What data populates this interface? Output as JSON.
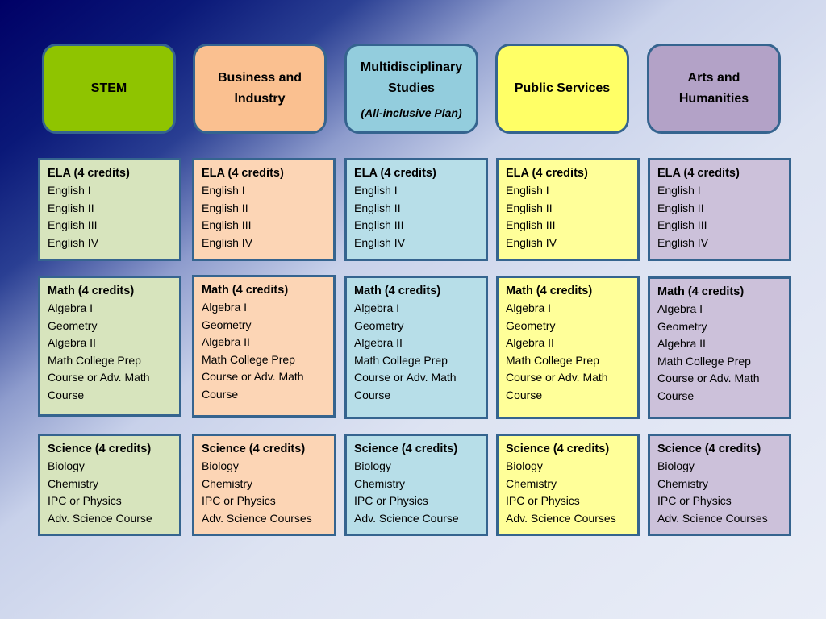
{
  "headers": [
    {
      "title": "STEM",
      "subtitle": ""
    },
    {
      "title": "Business and Industry",
      "subtitle": ""
    },
    {
      "title": "Multidisciplinary Studies",
      "subtitle": "(All-inclusive Plan)"
    },
    {
      "title": "Public Services",
      "subtitle": ""
    },
    {
      "title": "Arts and Humanities",
      "subtitle": ""
    }
  ],
  "columns": [
    {
      "ela": {
        "title": "ELA (4 credits)",
        "items": [
          "English I",
          "English II",
          "English III",
          "English IV"
        ]
      },
      "math": {
        "title": "Math (4 credits)",
        "items": [
          "Algebra I",
          "Geometry",
          "Algebra II",
          "Math College Prep",
          "Course or Adv. Math",
          "Course"
        ]
      },
      "science": {
        "title": "Science (4 credits)",
        "items": [
          "Biology",
          "Chemistry",
          "IPC or Physics",
          "Adv. Science Course"
        ]
      }
    },
    {
      "ela": {
        "title": "ELA (4 credits)",
        "items": [
          "English I",
          "English II",
          "English III",
          "English IV"
        ]
      },
      "math": {
        "title": "Math (4 credits)",
        "items": [
          "Algebra I",
          "Geometry",
          "Algebra II",
          "Math College Prep",
          "Course or Adv. Math",
          "Course"
        ]
      },
      "science": {
        "title": "Science (4 credits)",
        "items": [
          "Biology",
          "Chemistry",
          "IPC or Physics",
          "Adv. Science Courses"
        ]
      }
    },
    {
      "ela": {
        "title": "ELA (4 credits)",
        "items": [
          "English I",
          "English II",
          "English III",
          "English IV"
        ]
      },
      "math": {
        "title": "Math (4 credits)",
        "items": [
          "Algebra I",
          "Geometry",
          "Algebra II",
          "Math College Prep",
          "Course or Adv. Math",
          "Course"
        ]
      },
      "science": {
        "title": "Science (4 credits)",
        "items": [
          "Biology",
          "Chemistry",
          "IPC or Physics",
          "Adv. Science Course"
        ]
      }
    },
    {
      "ela": {
        "title": "ELA (4 credits)",
        "items": [
          "English I",
          "English II",
          "English III",
          "English IV"
        ]
      },
      "math": {
        "title": "Math (4 credits)",
        "items": [
          "Algebra I",
          "Geometry",
          "Algebra II",
          "Math College Prep",
          "Course or Adv. Math",
          "Course"
        ]
      },
      "science": {
        "title": "Science (4 credits)",
        "items": [
          "Biology",
          "Chemistry",
          "IPC or Physics",
          "Adv. Science Courses"
        ]
      }
    },
    {
      "ela": {
        "title": "ELA (4 credits)",
        "items": [
          "English I",
          "English II",
          "English III",
          "English IV"
        ]
      },
      "math": {
        "title": "Math (4 credits)",
        "items": [
          "Algebra I",
          "Geometry",
          "Algebra II",
          "Math College Prep",
          "Course or Adv. Math",
          "Course"
        ]
      },
      "science": {
        "title": "Science (4 credits)",
        "items": [
          "Biology",
          "Chemistry",
          "IPC or Physics",
          "Adv. Science Courses"
        ]
      }
    }
  ],
  "colors": {
    "header_fills": [
      "#8fc400",
      "#fac090",
      "#93cddd",
      "#ffff66",
      "#b3a2c7"
    ],
    "box_fills": [
      "#d7e4bd",
      "#fcd5b5",
      "#b7dee8",
      "#ffff99",
      "#ccc1da"
    ],
    "border": "#35648f"
  }
}
